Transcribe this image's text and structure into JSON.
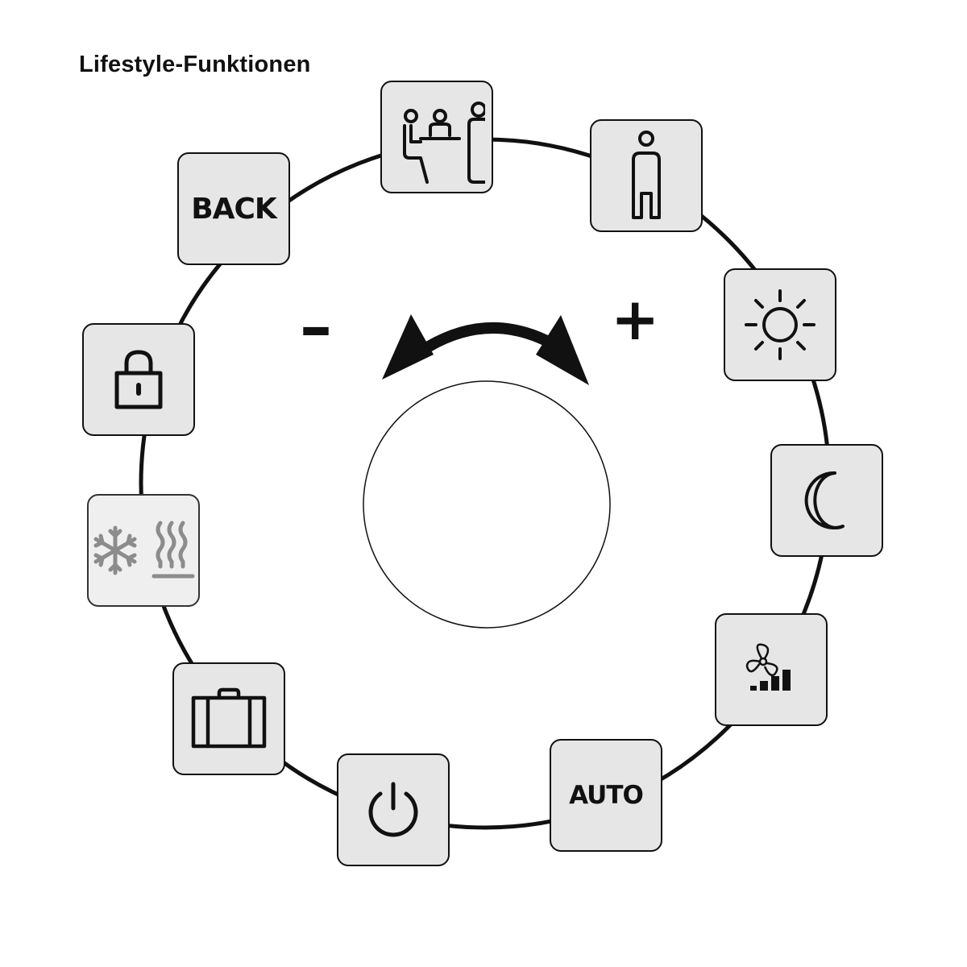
{
  "title": "Lifestyle-Funktionen",
  "dial": {
    "minus_label": "–",
    "plus_label": "+"
  },
  "tiles": {
    "back": {
      "label": "BACK"
    },
    "auto": {
      "label": "AUTO"
    }
  },
  "icons": [
    "people-group-icon",
    "person-icon",
    "sun-icon",
    "moon-icon",
    "fan-speed-icon",
    "auto-button",
    "power-icon",
    "suitcase-icon",
    "snowflake-heat-icon",
    "lock-icon",
    "back-button"
  ],
  "colors": {
    "tile_fill": "#e6e6e6",
    "stroke": "#111111",
    "faded_icon": "#8c8c8c"
  }
}
